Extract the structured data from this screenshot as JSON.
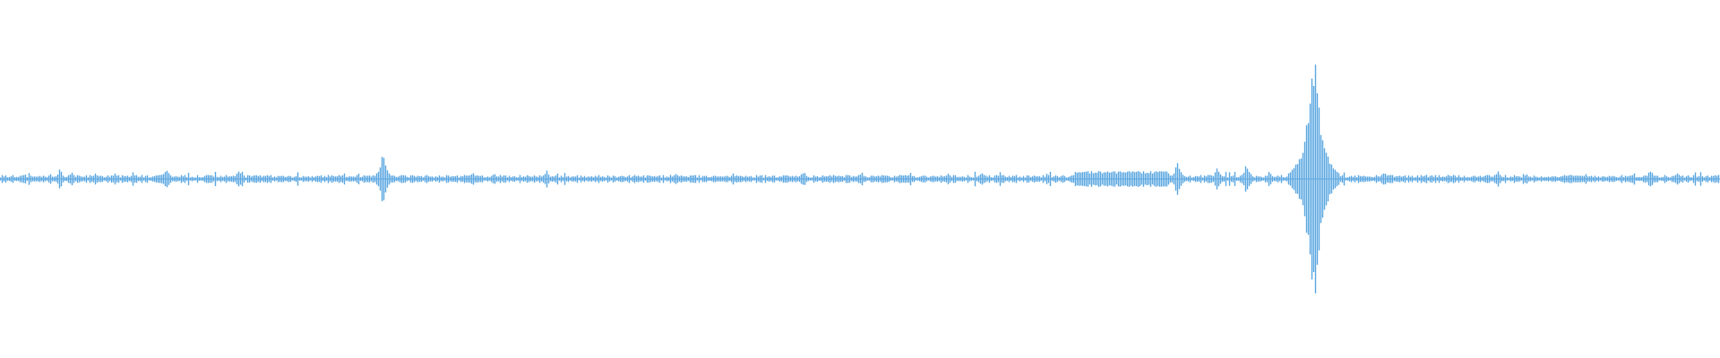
{
  "waveform": {
    "color": "#5aa6e0",
    "background": "#ffffff",
    "baseline_level": 0.025,
    "peaks": [
      {
        "position": 0.0345,
        "level": 0.09
      },
      {
        "position": 0.0415,
        "level": 0.06
      },
      {
        "position": 0.0555,
        "level": 0.06
      },
      {
        "position": 0.0665,
        "level": 0.05
      },
      {
        "position": 0.0965,
        "level": 0.1
      },
      {
        "position": 0.1385,
        "level": 0.08
      },
      {
        "position": 0.2225,
        "level": 0.3
      },
      {
        "position": 0.2745,
        "level": 0.07
      },
      {
        "position": 0.3175,
        "level": 0.08
      },
      {
        "position": 0.3925,
        "level": 0.05
      },
      {
        "position": 0.4665,
        "level": 0.06
      },
      {
        "position": 0.5705,
        "level": 0.07
      },
      {
        "position": 0.6845,
        "level": 0.17
      },
      {
        "position": 0.7075,
        "level": 0.1
      },
      {
        "position": 0.7245,
        "level": 0.15
      },
      {
        "position": 0.7625,
        "level": 0.9
      },
      {
        "position": 0.7645,
        "level": 1.0
      },
      {
        "position": 0.8045,
        "level": 0.07
      },
      {
        "position": 0.8705,
        "level": 0.08
      },
      {
        "position": 0.9595,
        "level": 0.08
      },
      {
        "position": 0.9755,
        "level": 0.06
      }
    ],
    "dense_band": {
      "start": 0.625,
      "end": 0.68,
      "level": 0.06
    }
  }
}
